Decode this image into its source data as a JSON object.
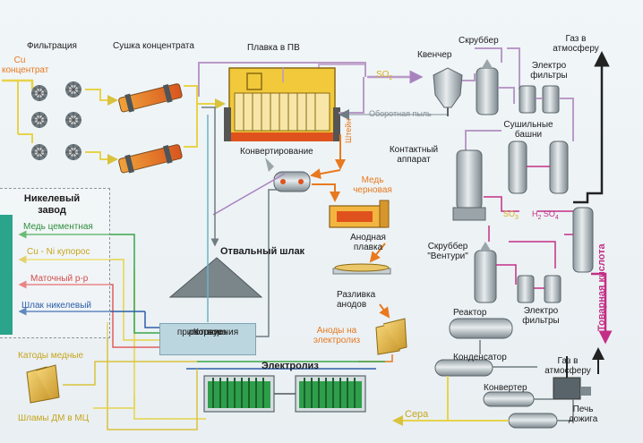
{
  "labels": {
    "filtration": "Фильтрация",
    "drying": "Сушка концентрата",
    "smelting": "Плавка в ПВ",
    "cu_concentrate_1": "Cu",
    "cu_concentrate_2": "концентрат",
    "so2_top_1": "SO",
    "so2_top_sub": "2",
    "dust": "Оборотная пыль",
    "quencher": "Квенчер",
    "scrubber": "Скруббер",
    "gas_top_1": "Газ в",
    "gas_top_2": "атмосферу",
    "electrofilters_top_1": "Электро",
    "electrofilters_top_2": "фильтры",
    "drying_towers_1": "Сушильные",
    "drying_towers_2": "башни",
    "contact_1": "Контактный",
    "contact_2": "аппарат",
    "converting": "Конвертирование",
    "matte": "Штейн",
    "copper_black_1": "Медь",
    "copper_black_2": "черновая",
    "nickel_plant_1": "Никелевый",
    "nickel_plant_2": "завод",
    "copper_cement": "Медь цементная",
    "cu_ni_vitriol": "Cu - Ni  купорос",
    "mother_liquor": "Маточный р-р",
    "nickel_slag": "Шлак никелевый",
    "waste_slag": "Отвальный шлак",
    "anode_smelt_1": "Анодная",
    "anode_smelt_2": "плавка",
    "so3_label": "SO",
    "so3_sub": "3",
    "h2so4_h": "H",
    "h2so4_2": "2",
    "h2so4_so": " SO",
    "h2so4_4": "4",
    "venturi_1": "Скруббер",
    "venturi_2": "\"Вентури\"",
    "commodity_acid_1": "Товарная",
    "commodity_acid_2": "кислота",
    "casting_1": "Разливка",
    "casting_2": "анодов",
    "anodes_1": "Аноды на",
    "anodes_2": "электролиз",
    "reactor": "Реактор",
    "electrofilters_bottom_1": "Электро",
    "electrofilters_bottom_2": "фильтры",
    "cathodes": "Катоды медные",
    "korpus_1": "Корпус",
    "korpus_2": "приготовления",
    "korpus_3": "раствора",
    "electrolysis": "Электролиз",
    "condenser": "Конденсатор",
    "gas_bottom_1": "Газ в",
    "gas_bottom_2": "атмосферу",
    "converter": "Конвертер",
    "afterburner_1": "Печь",
    "afterburner_2": "дожига",
    "sulfur": "Сера",
    "slimes": "Шламы ДМ в МЦ"
  },
  "colors": {
    "orange": "#e8791f",
    "yellow": "#e7d34a",
    "green": "#3aa548",
    "red": "#e25c5c",
    "blue": "#2c5fa8",
    "pink": "#c32f86",
    "lilac": "#b99ac7",
    "grey": "#8c979c",
    "equipment": "#b8c2c7",
    "teal": "#2aa58c"
  }
}
